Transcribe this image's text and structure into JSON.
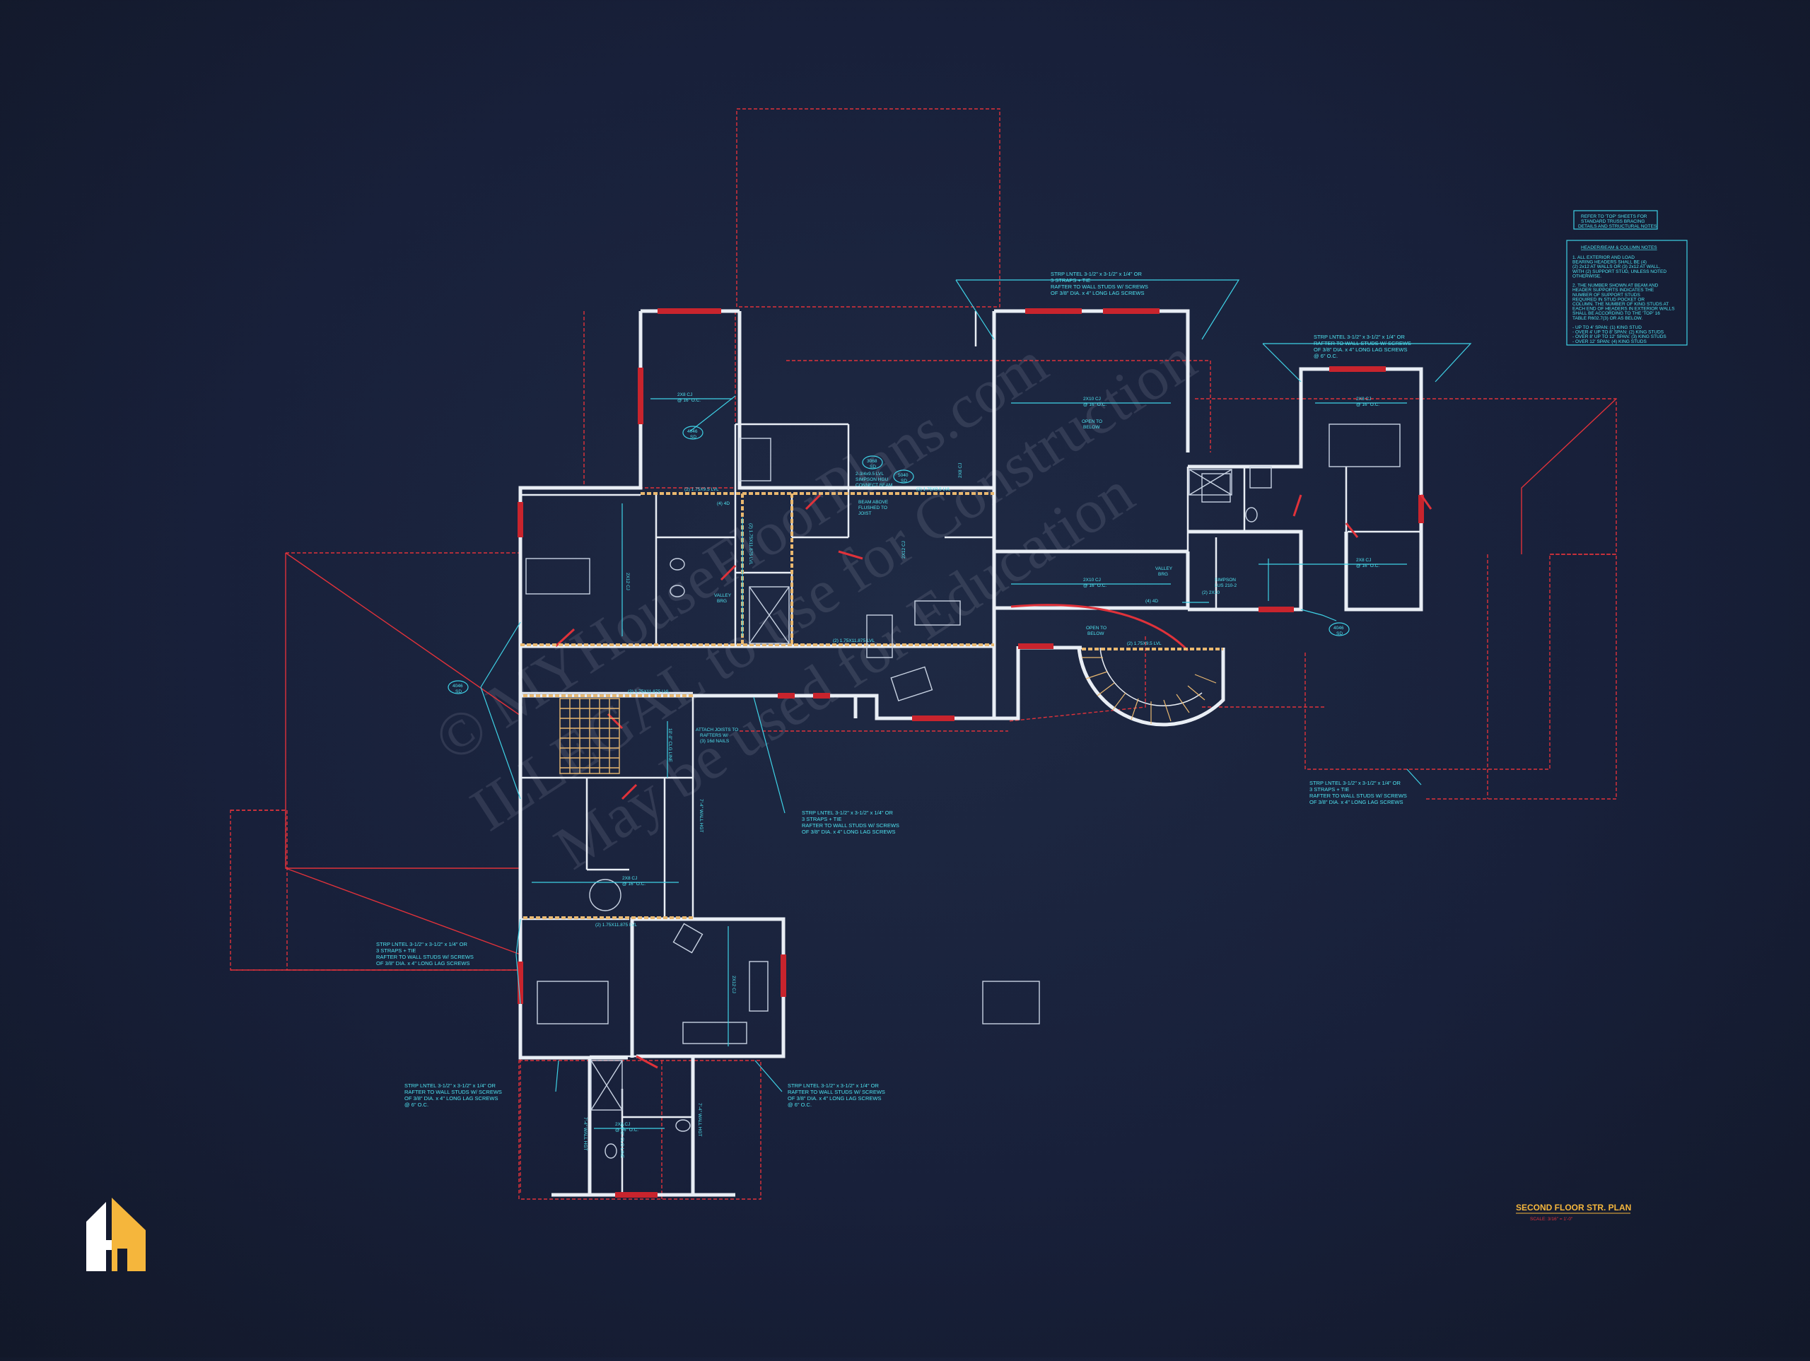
{
  "sheet": {
    "title": "SECOND FLOOR STR. PLAN",
    "scale": "SCALE: 3/16\" = 1'-0\"",
    "title_color": "#f5b63c",
    "brand_logo": "house-logo-icon"
  },
  "watermark": {
    "line1": "© MYHouseFloorPlans.com",
    "line2": "ILLEGAL to use for Construction",
    "line3": "May be used for Education"
  },
  "notes": {
    "box_top": [
      "REFER TO 'TOP' SHEETS FOR",
      "STANDARD TRUSS BRACING",
      "DETAILS AND STRUCTURAL NOTES"
    ],
    "header_title": "HEADER/BEAM & COLUMN NOTES",
    "header_lines": [
      "1. ALL EXTERIOR AND LOAD",
      "BEARING HEADERS SHALL BE (4)",
      "(2) 2x12 AT WALLS OR (3) 2x12 AT WALL,",
      "WITH (2) SUPPORT STUD, UNLESS NOTED",
      "OTHERWISE.",
      "",
      "2. THE NUMBER SHOWN AT BEAM AND",
      "HEADER SUPPORTS INDICATES THE",
      "NUMBER OF SUPPORT STUDS",
      "REQUIRED IN STUD POCKET OR",
      "COLUMN. THE NUMBER OF KING STUDS AT",
      "EACH END OF HEADERS IN EXTERIOR WALLS",
      "SHALL BE ACCORDING TO THE 'TOP' 16",
      "TABLE R602.7(3) OR AS BELOW.",
      "",
      "- UP TO 4' SPAN: (1) KING STUD",
      "- OVER 4' UP TO 8' SPAN: (2) KING STUDS",
      "- OVER 8' UP TO 12' SPAN: (3) KING STUDS",
      "- OVER 12' SPAN: (4) KING STUDS"
    ]
  },
  "callouts": {
    "strap": [
      "STRP LNTEL 3-1/2\" x 3-1/2\" x 1/4\" OR",
      "3 STRAPS + TIE",
      "RAFTER TO WALL STUDS W/ SCREWS",
      "OF 3/8\" DIA. x 4\" LONG LAG SCREWS",
      "@ 6\" O.C."
    ],
    "strap_short": [
      "STRP LNTEL 3-1/2\" x 3-1/2\" x 1/4\" OR",
      "RAFTER TO WALL STUDS W/ SCREWS",
      "OF 3/8\" DIA. x 4\" LONG LAG SCREWS",
      "@ 6\" O.C."
    ],
    "joist_2x8": [
      "2X8 CJ",
      "@ 16\" O.C."
    ],
    "joist_2x10": [
      "2X10 CJ",
      "@ 16\" O.C."
    ],
    "joist_2x12": [
      "2X12 CJ",
      "@ 16\" O.C."
    ],
    "open_below": [
      "OPEN TO",
      "BELOW"
    ],
    "lvl": "(2) 1.75X9.5 LVL",
    "lvl_short": "(2) 1.75X11.875 LVL",
    "bearing": "(4) 4D",
    "attach_joists": [
      "ATTACH JOISTS TO",
      "RAFTERS W/",
      "(3) 16d NAILS"
    ],
    "simpson": [
      "SIMPSON",
      "LUS 210-2"
    ],
    "beam_above": [
      "BEAM ABOVE",
      "FLUSHED TO",
      "JOIST"
    ],
    "valley": [
      "VALLEY",
      "BRG"
    ],
    "ceiling_line": "10'-0\" CLG LINE",
    "wall_hgt": "7'-4\" WALL HGT",
    "tag_3060": [
      "3068",
      "SD"
    ],
    "tag_4046": [
      "4046",
      "SD"
    ],
    "tag_5040": [
      "5040",
      "SD"
    ],
    "tag_2x10": "(2) 2X10",
    "beam_detail": [
      "2-3/4x9.5 LVL",
      "SIMPSON HGU",
      "CONNECT BEAM"
    ]
  }
}
